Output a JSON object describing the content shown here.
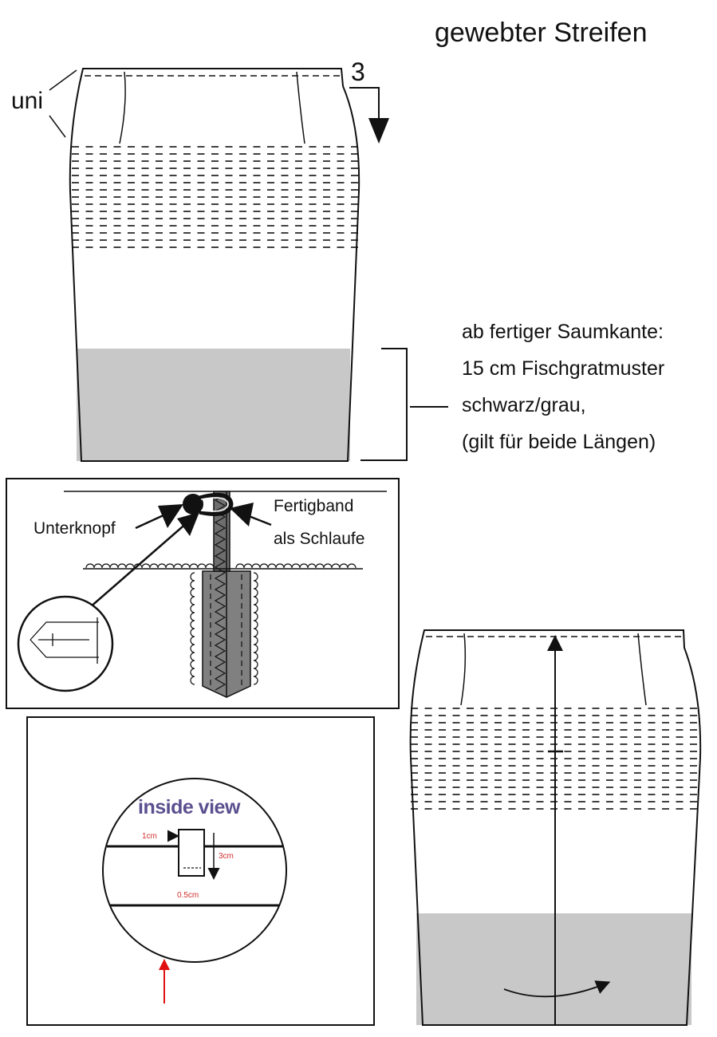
{
  "diagram": {
    "title": "gewebter Streifen",
    "yoke_label": "uni",
    "step_number": "3",
    "hem_note": {
      "line1": "ab fertiger Saumkante:",
      "line2": "15 cm Fischgratmuster",
      "line3": "schwarz/grau,",
      "line4": "(gilt für beide Längen)"
    },
    "detail": {
      "button_label": "Unterknopf",
      "loop_label_line1": "Fertigband",
      "loop_label_line2": "als Schlaufe"
    },
    "inside_view": {
      "heading": "inside view",
      "dim_width": "1cm",
      "dim_height": "3cm",
      "dim_bottom": "0.5cm"
    },
    "colors": {
      "stroke": "#111111",
      "hem_band": "#c8c8c8",
      "seam_band": "#808080",
      "arrow_red": "#e01010",
      "inside_text": "#5b4f8f"
    }
  }
}
